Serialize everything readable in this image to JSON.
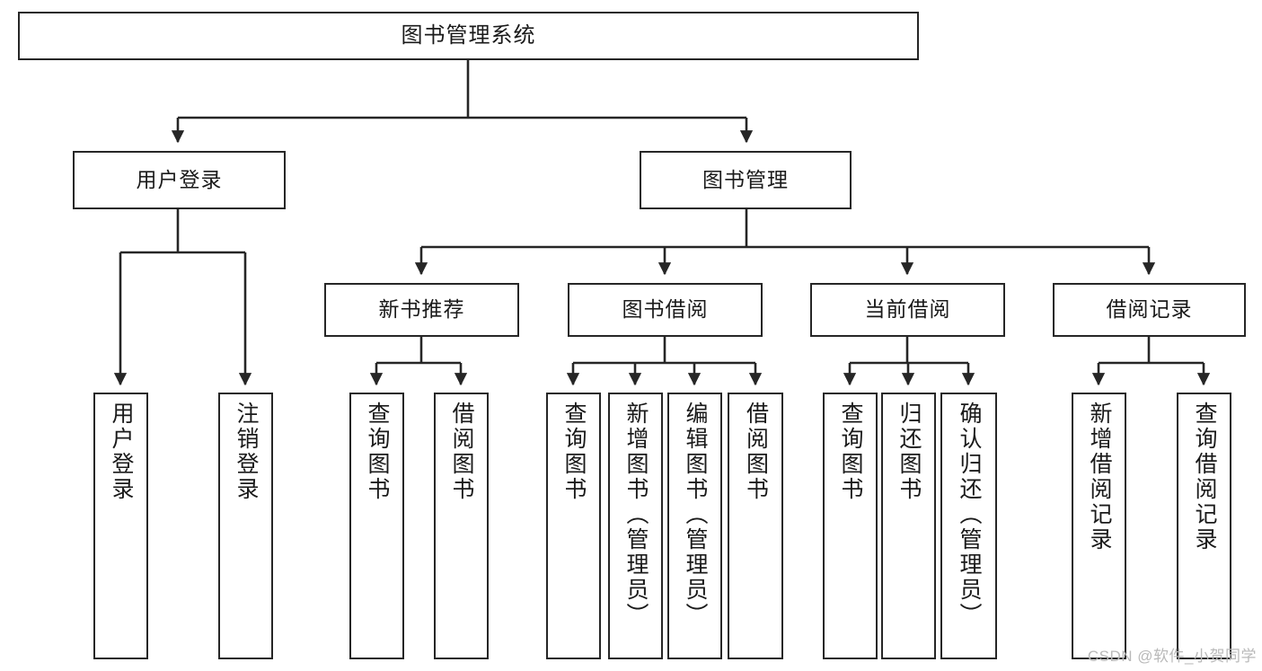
{
  "diagram": {
    "title": "图书管理系统",
    "type": "tree-hierarchy",
    "watermark": "CSDN @软件_小贺同学",
    "colors": {
      "box_border": "#262626",
      "box_fill": "#ffffff",
      "edge": "#262626",
      "text": "#1a1a1a",
      "watermark": "#b9b9b9"
    },
    "levels": {
      "root": {
        "label": "图书管理系统"
      },
      "level2": [
        {
          "id": "user-login",
          "label": "用户登录"
        },
        {
          "id": "book-manage",
          "label": "图书管理"
        }
      ],
      "level3": [
        {
          "id": "new-book-rec",
          "label": "新书推荐",
          "parent": "book-manage"
        },
        {
          "id": "book-borrow",
          "label": "图书借阅",
          "parent": "book-manage"
        },
        {
          "id": "current-borrow",
          "label": "当前借阅",
          "parent": "book-manage"
        },
        {
          "id": "borrow-record",
          "label": "借阅记录",
          "parent": "book-manage"
        }
      ],
      "leaves": [
        {
          "id": "leaf-user-login",
          "label": "用户登录",
          "parent": "user-login"
        },
        {
          "id": "leaf-logout",
          "label": "注销登录",
          "parent": "user-login"
        },
        {
          "id": "leaf-query-book-1",
          "label": "查询图书",
          "parent": "new-book-rec"
        },
        {
          "id": "leaf-borrow-book-1",
          "label": "借阅图书",
          "parent": "new-book-rec"
        },
        {
          "id": "leaf-query-book-2",
          "label": "查询图书",
          "parent": "book-borrow"
        },
        {
          "id": "leaf-add-book",
          "label": "新增图书（管理员）",
          "parent": "book-borrow"
        },
        {
          "id": "leaf-edit-book",
          "label": "编辑图书（管理员）",
          "parent": "book-borrow"
        },
        {
          "id": "leaf-borrow-book-2",
          "label": "借阅图书",
          "parent": "book-borrow"
        },
        {
          "id": "leaf-query-book-3",
          "label": "查询图书",
          "parent": "current-borrow"
        },
        {
          "id": "leaf-return-book",
          "label": "归还图书",
          "parent": "current-borrow"
        },
        {
          "id": "leaf-confirm-return",
          "label": "确认归还（管理员）",
          "parent": "current-borrow"
        },
        {
          "id": "leaf-add-record",
          "label": "新增借阅记录",
          "parent": "borrow-record"
        },
        {
          "id": "leaf-query-record",
          "label": "查询借阅记录",
          "parent": "borrow-record"
        }
      ]
    }
  }
}
